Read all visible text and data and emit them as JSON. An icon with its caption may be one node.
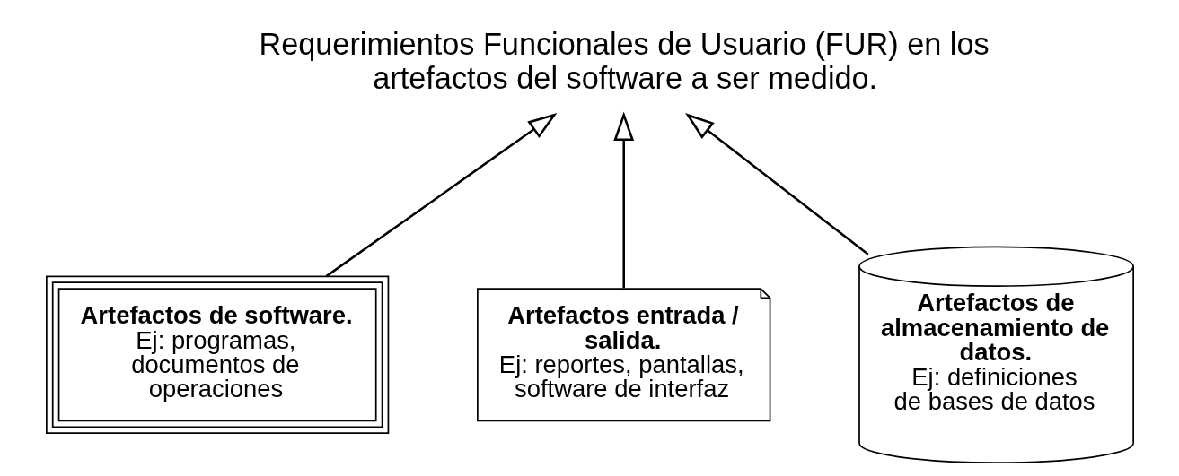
{
  "diagram": {
    "nodes": [
      {
        "text": [
          "Requerimientos Funcionales de Usuario (FUR) en los artefactos del software a ser medido."
        ]
      },
      {
        "text": [
          "Artefactos de software.",
          "Ej: programas, documentos de operaciones"
        ]
      },
      {
        "text": [
          "Artefactos entrada / salida.",
          "Ej: reportes, pantallas, software de interfaz"
        ]
      },
      {
        "text": [
          "Artefactos de almacenamiento de datos.",
          "Ej: definiciones de bases de datos"
        ]
      }
    ],
    "edges": [
      {
        "from": 1,
        "to": 0,
        "arrow": "to"
      },
      {
        "from": 2,
        "to": 0,
        "arrow": "to"
      },
      {
        "from": 3,
        "to": 0,
        "arrow": "to"
      }
    ]
  }
}
